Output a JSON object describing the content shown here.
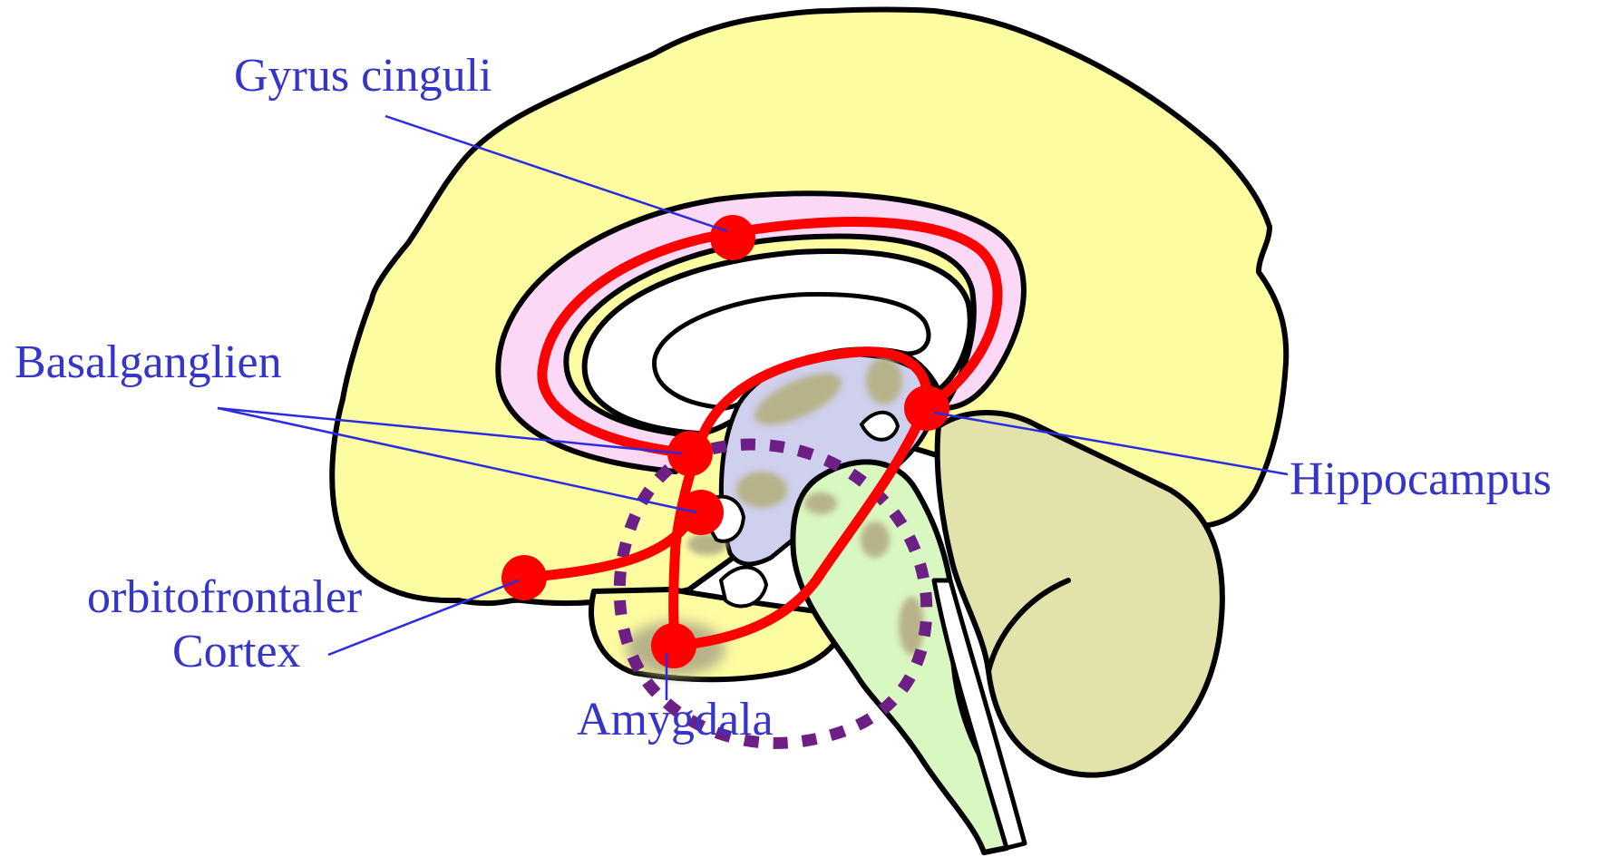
{
  "labels": {
    "gyrus_cinguli": "Gyrus cinguli",
    "basalganglien": "Basalganglien",
    "orbitofrontal_line1": "orbitofrontaler",
    "orbitofrontal_line2": "Cortex",
    "amygdala": "Amygdala",
    "hippocampus": "Hippocampus"
  },
  "colors": {
    "label_text": "#3535c8",
    "leader_line": "#2b2be0",
    "cerebrum": "#fdfca0",
    "cingulate": "#fbd8f6",
    "cerebellum": "#e2e3ab",
    "brainstem": "#d9f7c0",
    "thalamus": "#cfcfee",
    "nucleus": "#b7b28a",
    "circuit": "#ff0000",
    "dotted_region": "#6d1f86",
    "outline": "#000000"
  }
}
